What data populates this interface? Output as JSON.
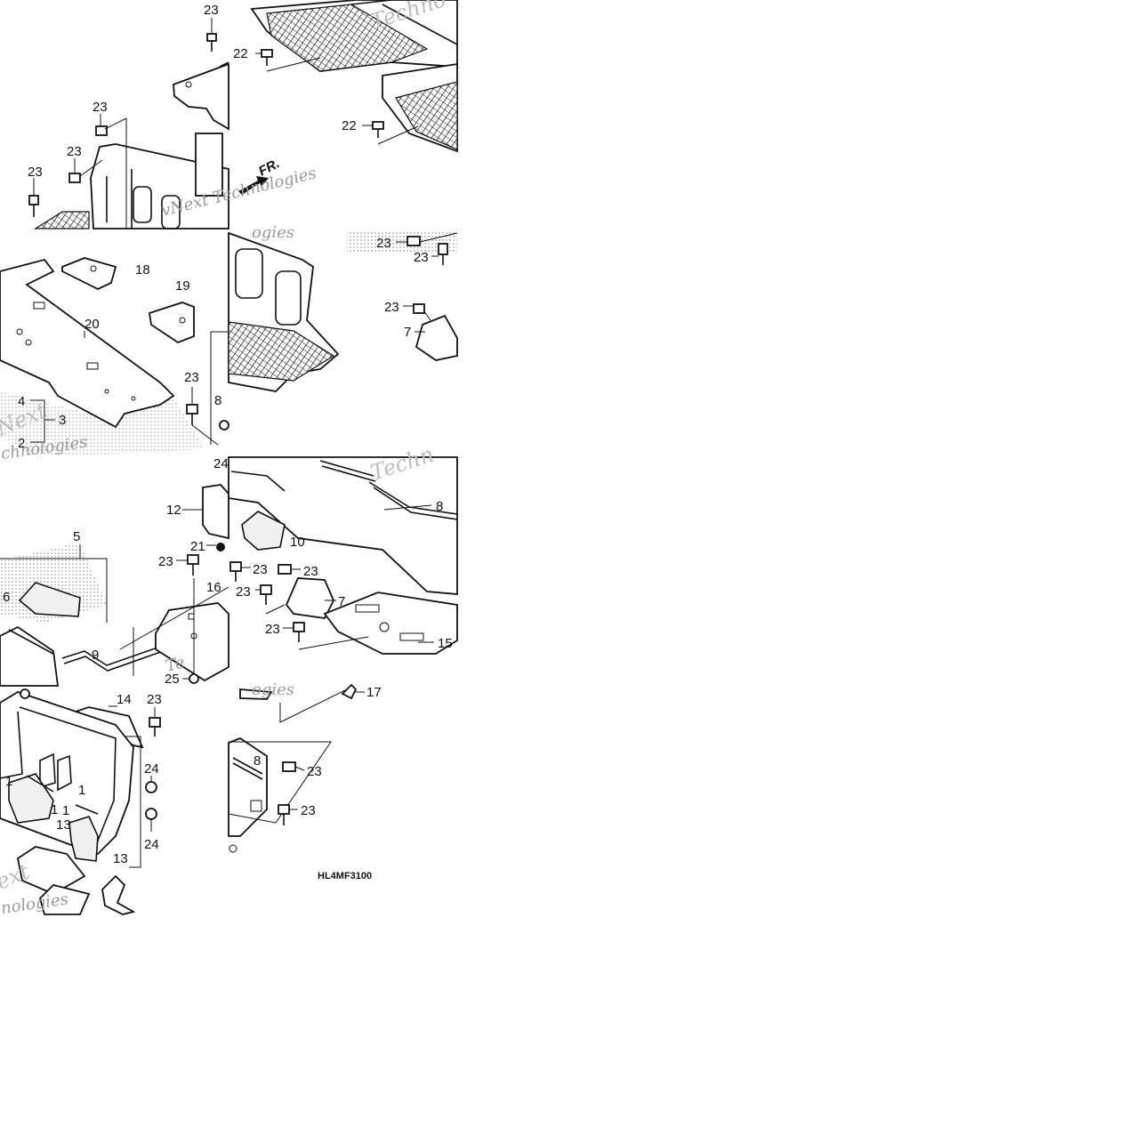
{
  "diagram": {
    "code": "HL4MF3100",
    "direction_label": "FR.",
    "watermarks": [
      "vNext Technologies",
      "Techno",
      "ogies",
      "chnologies",
      "Techn",
      "Next",
      "Te",
      "ogies",
      "ext",
      "nologies"
    ],
    "part_labels": [
      {
        "id": "l1",
        "text": "23"
      },
      {
        "id": "l2",
        "text": "22"
      },
      {
        "id": "l3",
        "text": "23"
      },
      {
        "id": "l4",
        "text": "23"
      },
      {
        "id": "l5",
        "text": "23"
      },
      {
        "id": "l6",
        "text": "22"
      },
      {
        "id": "l7",
        "text": "18"
      },
      {
        "id": "l8",
        "text": "19"
      },
      {
        "id": "l9",
        "text": "20"
      },
      {
        "id": "l10",
        "text": "23"
      },
      {
        "id": "l11",
        "text": "8"
      },
      {
        "id": "l12",
        "text": "4"
      },
      {
        "id": "l13",
        "text": "3"
      },
      {
        "id": "l14",
        "text": "2"
      },
      {
        "id": "l15",
        "text": "24"
      },
      {
        "id": "l16",
        "text": "23"
      },
      {
        "id": "l17",
        "text": "23"
      },
      {
        "id": "l18",
        "text": "23"
      },
      {
        "id": "l19",
        "text": "7"
      },
      {
        "id": "l20",
        "text": "12"
      },
      {
        "id": "l21",
        "text": "21"
      },
      {
        "id": "l22",
        "text": "5"
      },
      {
        "id": "l23",
        "text": "23"
      },
      {
        "id": "l24",
        "text": "23"
      },
      {
        "id": "l25",
        "text": "23"
      },
      {
        "id": "l26",
        "text": "16"
      },
      {
        "id": "l27",
        "text": "23"
      },
      {
        "id": "l28",
        "text": "6"
      },
      {
        "id": "l29",
        "text": "9"
      },
      {
        "id": "l30",
        "text": "25"
      },
      {
        "id": "l31",
        "text": "10"
      },
      {
        "id": "l32",
        "text": "8"
      },
      {
        "id": "l33",
        "text": "7"
      },
      {
        "id": "l34",
        "text": "23"
      },
      {
        "id": "l35",
        "text": "15"
      },
      {
        "id": "l36",
        "text": "14"
      },
      {
        "id": "l37",
        "text": "23"
      },
      {
        "id": "l38",
        "text": "17"
      },
      {
        "id": "l39",
        "text": "24"
      },
      {
        "id": "l40",
        "text": "1"
      },
      {
        "id": "l41",
        "text": "1"
      },
      {
        "id": "l42",
        "text": "1"
      },
      {
        "id": "l43",
        "text": "1"
      },
      {
        "id": "l44",
        "text": "13"
      },
      {
        "id": "l45",
        "text": "24"
      },
      {
        "id": "l46",
        "text": "13"
      },
      {
        "id": "l47",
        "text": "8"
      },
      {
        "id": "l48",
        "text": "23"
      },
      {
        "id": "l49",
        "text": "23"
      }
    ]
  }
}
